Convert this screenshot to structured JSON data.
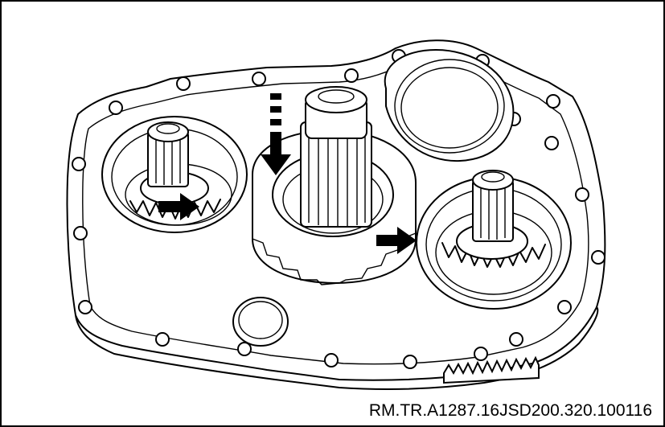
{
  "figure": {
    "reference_code": "RM.TR.A1287.16JSD200.320.100116",
    "colors": {
      "line": "#000000",
      "background": "#ffffff"
    },
    "parts": [
      {
        "name": "left-shaft-bearing",
        "icon": "bearing-icon"
      },
      {
        "name": "center-main-shaft",
        "icon": "splined-shaft-icon"
      },
      {
        "name": "right-shaft-bearing",
        "icon": "bearing-icon"
      },
      {
        "name": "bottom-gear",
        "icon": "gear-icon"
      }
    ],
    "arrows": [
      {
        "name": "left-arrow",
        "direction": "right"
      },
      {
        "name": "center-arrow",
        "direction": "down"
      },
      {
        "name": "right-arrow",
        "direction": "right"
      }
    ]
  }
}
